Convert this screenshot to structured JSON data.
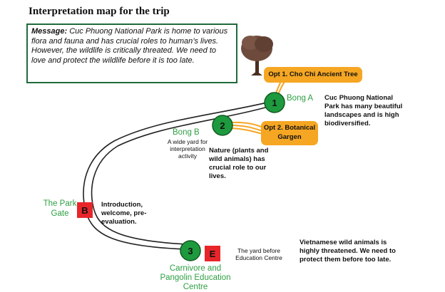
{
  "title": "Interpretation map for the trip",
  "message": {
    "label": "Message:",
    "text": " Cuc Phuong National Park is home to various flora and fauna and has crucial roles to human’s lives.  However, the wildlife is critically threated. We need to love and protect the wildlife before it is too late."
  },
  "options": {
    "opt1": "Opt 1. Cho Chi Ancient Tree",
    "opt2": "Opt 2. Botanical Gargen"
  },
  "stops": {
    "stop1": {
      "number": "1",
      "name": "Bong A",
      "note": "Cuc Phuong National Park has many beautiful landscapes and is high biodiversified."
    },
    "stop2": {
      "number": "2",
      "name": "Bong B",
      "sub": "A wide yard for interpretation activity",
      "note": "Nature (plants and wild animals) has crucial role to our lives."
    },
    "stop3": {
      "number": "3",
      "name": "Carnivore and Pangolin Education Centre",
      "sub": "The yard before Education Centre",
      "note": "Vietnamese wild animals is highly threatened. We need to protect them before too late."
    },
    "gateB": {
      "letter": "B",
      "name": "The Park Gate",
      "note": "Introduction, welcome, pre-evaluation."
    },
    "endE": {
      "letter": "E"
    }
  },
  "colors": {
    "green": "#1e9a3e",
    "orange": "#f5a623",
    "red": "#e8262a",
    "border": "#1f6b3a"
  }
}
